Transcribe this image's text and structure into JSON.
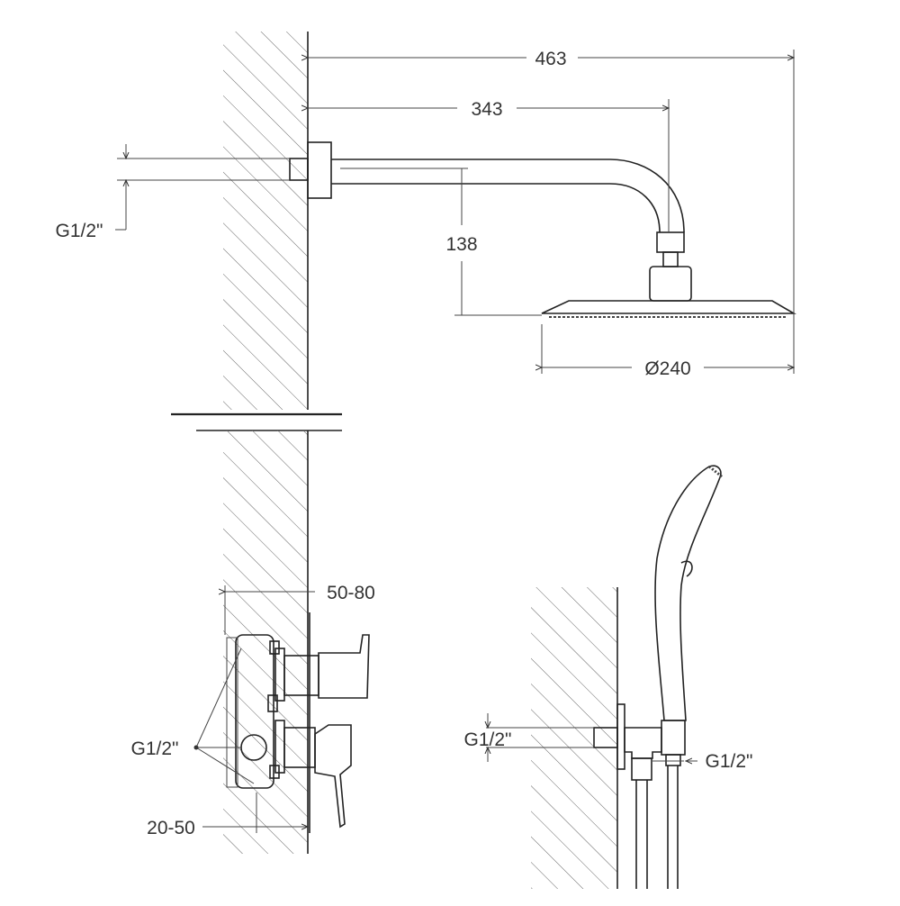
{
  "colors": {
    "line": "#222222",
    "hatch": "#666666",
    "text": "#333333",
    "background": "#ffffff"
  },
  "top_view": {
    "dim_total_width": "463",
    "dim_arm_reach": "343",
    "dim_drop": "138",
    "dim_head_diameter": "Ø240",
    "dim_inlet_thread": "G1/2\""
  },
  "mixer_view": {
    "dim_depth": "50-80",
    "dim_outlet_thread": "G1/2\"",
    "dim_body_offset": "20-50"
  },
  "handshower_view": {
    "dim_wall_thread": "G1/2\"",
    "dim_hose_thread": "G1/2\""
  }
}
